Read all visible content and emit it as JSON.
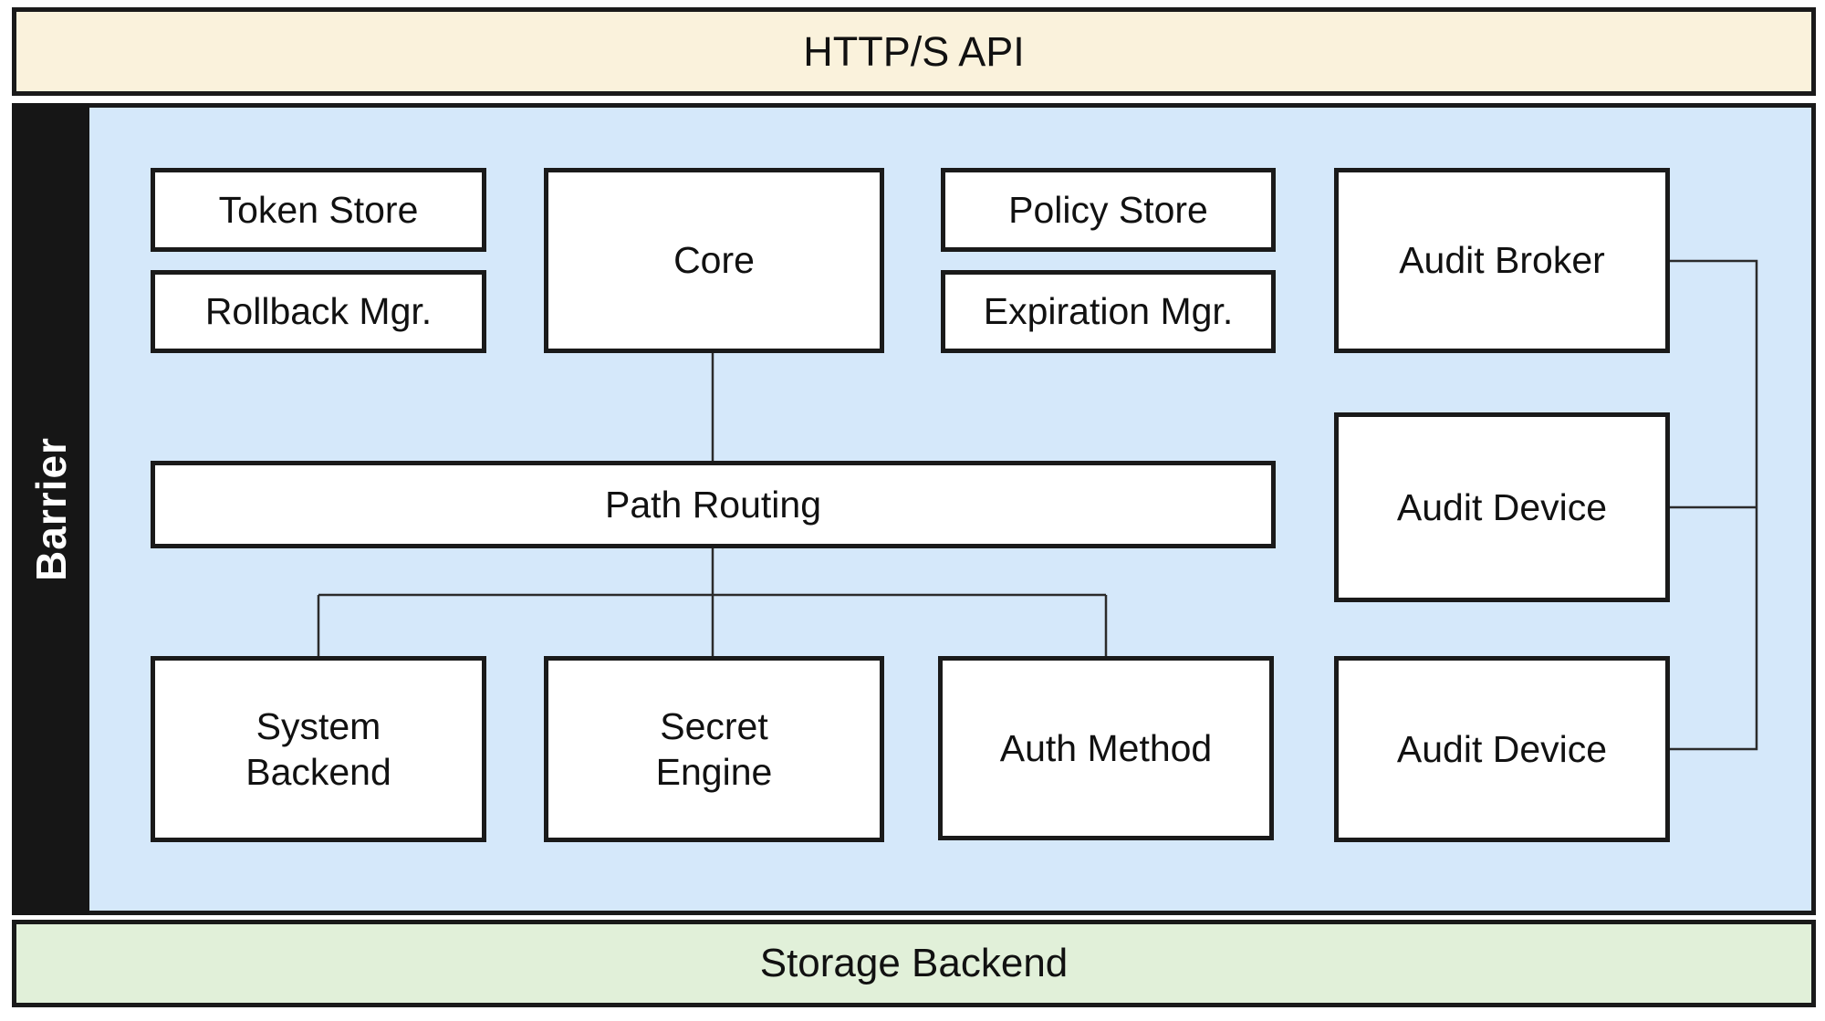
{
  "api_bar": {
    "label": "HTTP/S API"
  },
  "barrier": {
    "label": "Barrier"
  },
  "storage_bar": {
    "label": "Storage Backend"
  },
  "nodes": {
    "token_store": "Token Store",
    "rollback_mgr": "Rollback Mgr.",
    "core": "Core",
    "policy_store": "Policy Store",
    "expiration_mgr": "Expiration Mgr.",
    "audit_broker": "Audit Broker",
    "path_routing": "Path Routing",
    "audit_device_top": "Audit Device",
    "system_backend": "System\nBackend",
    "secret_engine": "Secret\nEngine",
    "auth_method": "Auth Method",
    "audit_device_bottom": "Audit Device"
  },
  "connections": [
    {
      "from": "Core",
      "to": "Path Routing"
    },
    {
      "from": "Path Routing",
      "to": "System Backend"
    },
    {
      "from": "Path Routing",
      "to": "Secret Engine"
    },
    {
      "from": "Path Routing",
      "to": "Auth Method"
    },
    {
      "from": "Audit Broker",
      "to": "Audit Device (top)"
    },
    {
      "from": "Audit Broker",
      "to": "Audit Device (bottom)"
    }
  ],
  "colors": {
    "api_bar_bg": "#FAF2DC",
    "main_bg": "#D5E8FA",
    "storage_bg": "#E1F0D9",
    "barrier_bg": "#161616",
    "box_bg": "#FFFFFF",
    "border": "#1A1A1A",
    "connector": "#2B2B2B"
  }
}
